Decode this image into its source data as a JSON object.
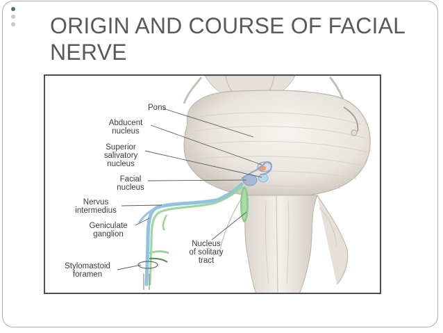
{
  "slide": {
    "title_line1": "ORIGIN AND COURSE OF FACIAL",
    "title_line2": "NERVE"
  },
  "diagram": {
    "labels": {
      "pons": "Pons",
      "abducent_1": "Abducent",
      "abducent_2": "nucleus",
      "superior_1": "Superior",
      "superior_2": "salivatory",
      "superior_3": "nucleus",
      "facial_1": "Facial",
      "facial_2": "nucleus",
      "nervus_1": "Nervus",
      "nervus_2": "intermedius",
      "geniculate_1": "Geniculate",
      "geniculate_2": "ganglion",
      "solitary_1": "Nucleus",
      "solitary_2": "of solitary",
      "solitary_3": "tract",
      "stylo_1": "Stylomastoid",
      "stylo_2": "foramen"
    },
    "colors": {
      "brainstem": "#ece9e4",
      "brainstem_shade": "#d7d2ca",
      "abducent_nucleus": "#f0a070",
      "superior_salivatory": "#b9d8ee",
      "facial_nucleus": "#aab8d8",
      "solitary_tract": "#7fc87f",
      "nerve_blue": "#8fc3de",
      "nerve_green": "#9ed39a"
    }
  }
}
